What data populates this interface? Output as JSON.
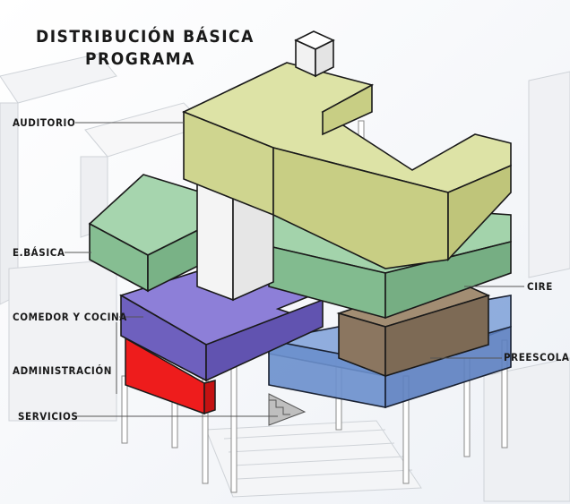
{
  "title": {
    "line1": "DISTRIBUCIÓN BÁSICA",
    "line2": "PROGRAMA"
  },
  "labels": {
    "auditorio": "AUDITORIO",
    "basica": "E.BÁSICA",
    "comedor": "COMEDOR Y COCINA",
    "administracion": "ADMINISTRACIÓN",
    "servicios": "SERVICIOS",
    "cire": "CIRE",
    "preescolar": "PREESCOLAR"
  },
  "colors": {
    "auditorio": "#d9dea0",
    "basica": "#8fc79b",
    "comedor": "#7a6cc4",
    "administracion": "#e81c1c",
    "cire": "#8a765f",
    "preescolar": "#5f86c4",
    "core": "#ffffff"
  }
}
